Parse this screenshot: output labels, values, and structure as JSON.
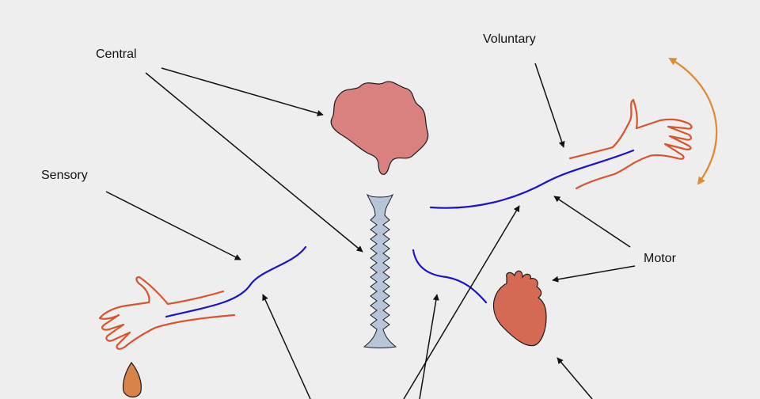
{
  "diagram": {
    "labels": {
      "central": "Central",
      "voluntary": "Voluntary",
      "sensory": "Sensory",
      "motor": "Motor"
    },
    "colors": {
      "background": "#efeeee",
      "brain": "#d9817f",
      "spine": "#b6c6d8",
      "heart": "#d56a54",
      "flame": "#d8834a",
      "limb_outline": "#d9532c",
      "nerve": "#1a12cf",
      "movement_arrow": "#e08a2e",
      "pointer_arrows": "#111111"
    },
    "icons": [
      "brain-icon",
      "spinal-cord-icon",
      "heart-icon",
      "flame-icon",
      "left-arm-icon",
      "right-arm-icon"
    ]
  }
}
